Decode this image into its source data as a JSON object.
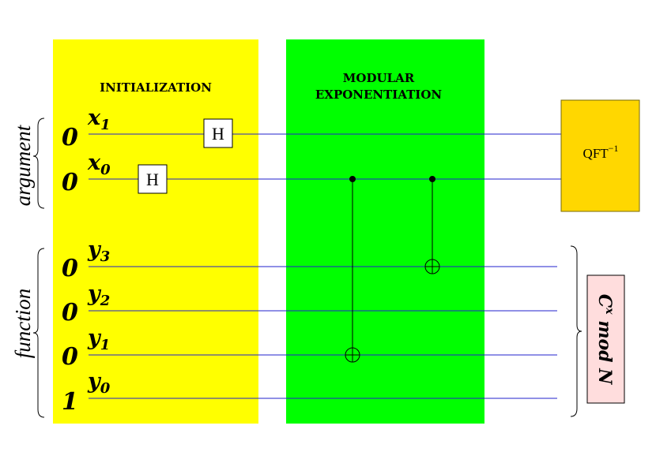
{
  "sections": {
    "initialization": "INITIALIZATION",
    "modular_line1": "MODULAR",
    "modular_line2": "EXPONENTIATION"
  },
  "brace_labels": {
    "argument": "argument",
    "function": "function"
  },
  "qubits": [
    {
      "init": "0",
      "name": "x",
      "sub": "1"
    },
    {
      "init": "0",
      "name": "x",
      "sub": "0"
    },
    {
      "init": "0",
      "name": "y",
      "sub": "3"
    },
    {
      "init": "0",
      "name": "y",
      "sub": "2"
    },
    {
      "init": "0",
      "name": "y",
      "sub": "1"
    },
    {
      "init": "1",
      "name": "y",
      "sub": "0"
    }
  ],
  "gates": {
    "hadamard_label": "H",
    "qft_base": "QFT",
    "qft_exp": "−1",
    "func_c": "C",
    "func_exp": "x",
    "func_rest": " mod N"
  },
  "colors": {
    "initialization_bg": "#ffff00",
    "modular_bg": "#00ff00",
    "wire": "#2222cc",
    "qft_bg": "#ffd700",
    "func_bg": "#ffdddd"
  }
}
